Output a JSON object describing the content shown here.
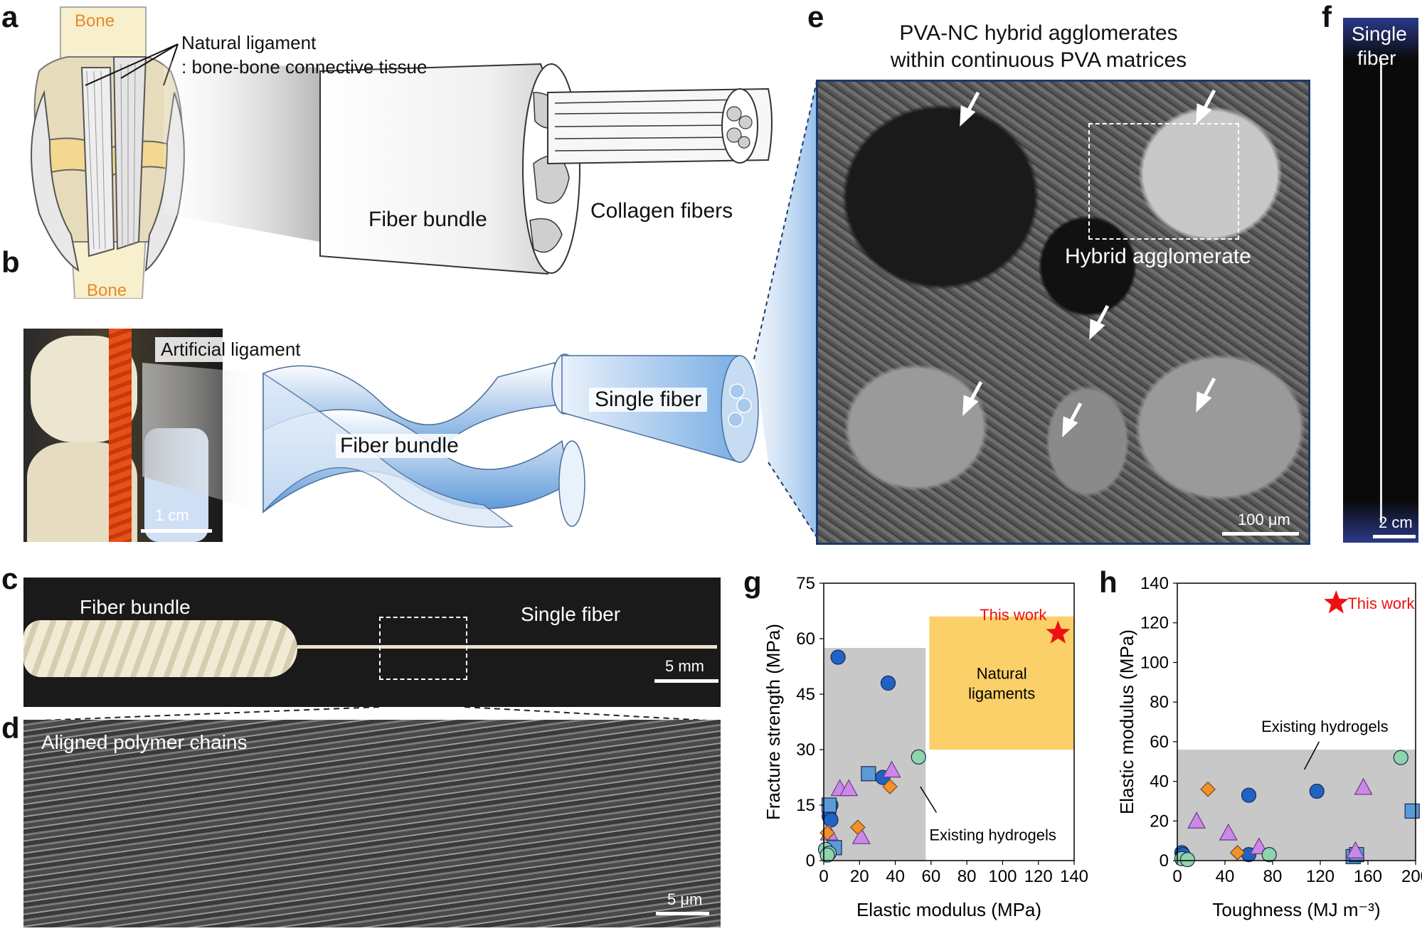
{
  "panels": {
    "a": "a",
    "b": "b",
    "c": "c",
    "d": "d",
    "e": "e",
    "f": "f",
    "g": "g",
    "h": "h"
  },
  "panel_a": {
    "bone_top": "Bone",
    "bone_bottom": "Bone",
    "natural_ligament": "Natural ligament",
    "natural_ligament_desc": ": bone-bone connective tissue",
    "fiber_bundle": "Fiber bundle",
    "collagen_fibers": "Collagen fibers",
    "colors": {
      "bone_label": "#e8892a"
    }
  },
  "panel_b": {
    "artificial_ligament": "Artificial ligament",
    "fiber_bundle": "Fiber bundle",
    "single_fiber": "Single fiber",
    "scale": "1 cm"
  },
  "panel_c": {
    "fiber_bundle": "Fiber bundle",
    "single_fiber": "Single fiber",
    "scale": "5 mm"
  },
  "panel_d": {
    "aligned": "Aligned polymer chains",
    "scale": "5 μm"
  },
  "panel_e": {
    "title_line1": "PVA-NC hybrid agglomerates",
    "title_line2": "within continuous PVA matrices",
    "hybrid": "Hybrid agglomerate",
    "scale": "100 μm"
  },
  "panel_f": {
    "single": "Single",
    "fiber": "fiber",
    "scale": "2 cm"
  },
  "chart_data": [
    {
      "id": "g",
      "type": "scatter",
      "xlabel": "Elastic modulus (MPa)",
      "ylabel": "Fracture strength (MPa)",
      "xlim": [
        0,
        140
      ],
      "ylim": [
        0,
        75
      ],
      "xticks": [
        "0",
        "20",
        "40",
        "60",
        "80",
        "100",
        "120",
        "140"
      ],
      "yticks": [
        "0",
        "15",
        "30",
        "45",
        "60",
        "75"
      ],
      "regions": {
        "existing_hydrogels": {
          "label": "Existing hydrogels",
          "x": [
            0,
            57
          ],
          "y": [
            0,
            57.5
          ]
        },
        "natural_ligaments": {
          "label_line1": "Natural",
          "label_line2": "ligaments",
          "x": [
            59,
            140
          ],
          "y": [
            30,
            66
          ]
        }
      },
      "this_work": {
        "label": "This work",
        "x": 131,
        "y": 61.5
      },
      "series": [
        {
          "marker": "circle",
          "color": "#1f63c4",
          "points": [
            [
              8,
              55
            ],
            [
              36,
              48
            ],
            [
              4,
              15
            ],
            [
              3,
              12
            ],
            [
              4,
              11
            ],
            [
              33,
              22.5
            ]
          ]
        },
        {
          "marker": "square",
          "color": "#5b9bd5",
          "points": [
            [
              25,
              23.5
            ],
            [
              3,
              15
            ],
            [
              6,
              3.5
            ]
          ]
        },
        {
          "marker": "triangle",
          "color": "#cc88e6",
          "points": [
            [
              9,
              19.5
            ],
            [
              14,
              19.5
            ],
            [
              38,
              24.5
            ],
            [
              3,
              7.5
            ],
            [
              21,
              6.5
            ]
          ]
        },
        {
          "marker": "diamond",
          "color": "#f0912b",
          "points": [
            [
              19,
              9
            ],
            [
              37,
              20
            ],
            [
              2,
              7.5
            ]
          ]
        },
        {
          "marker": "circle",
          "color": "#8ed4ac",
          "points": [
            [
              53,
              28
            ],
            [
              1,
              3
            ],
            [
              3,
              2
            ],
            [
              2,
              1.5
            ]
          ]
        }
      ]
    },
    {
      "id": "h",
      "type": "scatter",
      "xlabel": "Toughness (MJ m⁻³)",
      "ylabel": "Elastic modulus (MPa)",
      "xlim": [
        0,
        210
      ],
      "ylim": [
        0,
        140
      ],
      "xticks": [
        "0",
        "40",
        "80",
        "120",
        "160",
        "200"
      ],
      "yticks": [
        "0",
        "20",
        "40",
        "60",
        "80",
        "100",
        "120",
        "140"
      ],
      "regions": {
        "existing_hydrogels": {
          "label": "Existing hydrogels",
          "x": [
            0,
            210
          ],
          "y": [
            0,
            56
          ]
        }
      },
      "this_work": {
        "label": "This work",
        "x": 140,
        "y": 130
      },
      "series": [
        {
          "marker": "circle",
          "color": "#1f63c4",
          "points": [
            [
              4,
              4
            ],
            [
              5,
              3
            ],
            [
              63,
              33
            ],
            [
              63,
              3
            ],
            [
              123,
              35
            ]
          ]
        },
        {
          "marker": "square",
          "color": "#5b9bd5",
          "points": [
            [
              207,
              25
            ],
            [
              155,
              2
            ],
            [
              158,
              3
            ]
          ]
        },
        {
          "marker": "triangle",
          "color": "#cc88e6",
          "points": [
            [
              17,
              20
            ],
            [
              45,
              14
            ],
            [
              72,
              7
            ],
            [
              157,
              5
            ],
            [
              164,
              37
            ]
          ]
        },
        {
          "marker": "diamond",
          "color": "#f0912b",
          "points": [
            [
              27,
              36
            ],
            [
              53,
              4
            ]
          ]
        },
        {
          "marker": "circle",
          "color": "#8ed4ac",
          "points": [
            [
              197,
              52
            ],
            [
              4,
              1
            ],
            [
              9,
              0.5
            ],
            [
              81,
              3
            ]
          ]
        }
      ]
    }
  ]
}
